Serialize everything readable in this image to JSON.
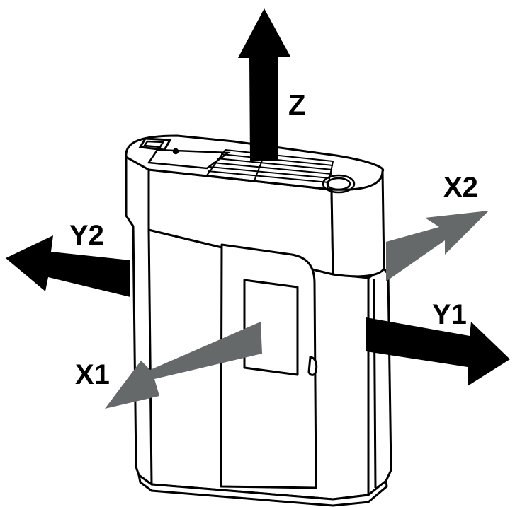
{
  "labels": {
    "z": "Z",
    "x1": "X1",
    "x2": "X2",
    "y1": "Y1",
    "y2": "Y2"
  },
  "colors": {
    "outline": "#000000",
    "body": "#ffffff",
    "arrow_black": "#000000",
    "arrow_gray": "#666969"
  }
}
